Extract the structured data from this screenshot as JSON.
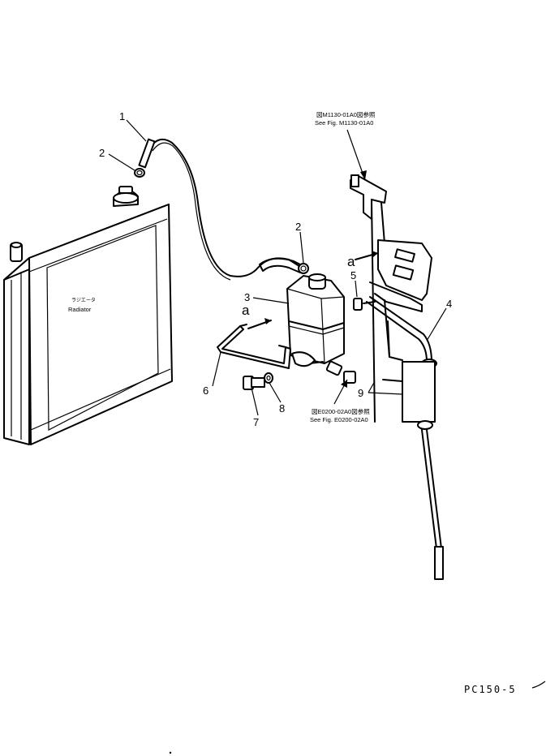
{
  "callouts": {
    "c1": "1",
    "c2_top": "2",
    "c2_mid": "2",
    "c3": "3",
    "c4": "4",
    "c5": "5",
    "c6": "6",
    "c7": "7",
    "c8": "8",
    "c9": "9"
  },
  "view_marks": {
    "a_bracket": "a",
    "a_frame": "a"
  },
  "radiator": {
    "label_jp": "ラジエータ",
    "label_en": "Radiator"
  },
  "references": {
    "upper_jp": "図M1130-01A0図参照",
    "upper_en": "See Fig. M1130-01A0",
    "lower_jp": "図E0200-02A0図参照",
    "lower_en": "See Fig. E0200-02A0"
  },
  "model": "PC150-5"
}
